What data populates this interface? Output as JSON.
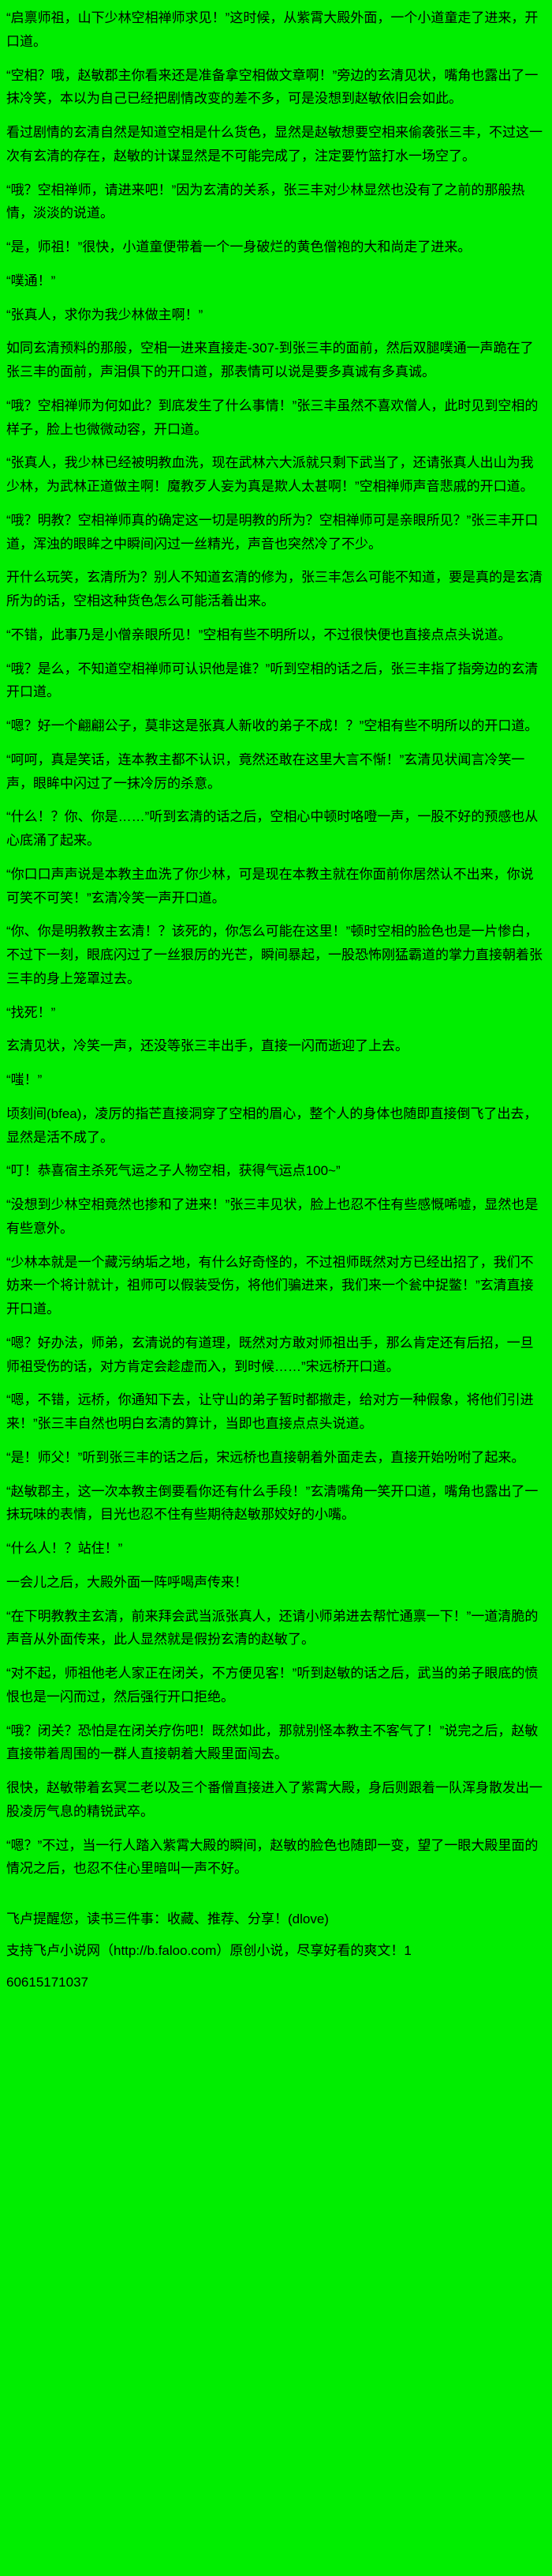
{
  "colors": {
    "background": "#00ee00",
    "text": "#000000"
  },
  "novel": {
    "paragraphs": [
      "“启禀师祖，山下少林空相禅师求见！”这时候，从紫霄大殿外面，一个小道童走了进来，开口道。",
      "“空相？哦，赵敏郡主你看来还是准备拿空相做文章啊！”旁边的玄清见状，嘴角也露出了一抹冷笑，本以为自己已经把剧情改变的差不多，可是没想到赵敏依旧会如此。",
      "看过剧情的玄清自然是知道空相是什么货色，显然是赵敏想要空相来偷袭张三丰，不过这一次有玄清的存在，赵敏的计谋显然是不可能完成了，注定要竹篮打水一场空了。",
      "“哦？空相禅师，请进来吧！”因为玄清的关系，张三丰对少林显然也没有了之前的那般热情，淡淡的说道。",
      "“是，师祖！”很快，小道童便带着一个一身破烂的黄色僧袍的大和尚走了进来。",
      "“噗通！”",
      "“张真人，求你为我少林做主啊！”",
      "如同玄清预料的那般，空相一进来直接走-307-到张三丰的面前，然后双腿噗通一声跪在了张三丰的面前，声泪俱下的开口道，那表情可以说是要多真诚有多真诚。",
      "“哦？空相禅师为何如此？到底发生了什么事情！”张三丰虽然不喜欢僧人，此时见到空相的样子，脸上也微微动容，开口道。",
      "“张真人，我少林已经被明教血洗，现在武林六大派就只剩下武当了，还请张真人出山为我少林，为武林正道做主啊！魔教歹人妄为真是欺人太甚啊！”空相禅师声音悲戚的开口道。",
      "“哦？明教？空相禅师真的确定这一切是明教的所为？空相禅师可是亲眼所见？”张三丰开口道，浑浊的眼眸之中瞬间闪过一丝精光，声音也突然冷了不少。",
      "开什么玩笑，玄清所为？别人不知道玄清的修为，张三丰怎么可能不知道，要是真的是玄清所为的话，空相这种货色怎么可能活着出来。",
      "“不错，此事乃是小僧亲眼所见！”空相有些不明所以，不过很快便也直接点点头说道。",
      "“哦？是么，不知道空相禅师可认识他是谁？”听到空相的话之后，张三丰指了指旁边的玄清开口道。",
      "“嗯？好一个翩翩公子，莫非这是张真人新收的弟子不成！？”空相有些不明所以的开口道。",
      "“呵呵，真是笑话，连本教主都不认识，竟然还敢在这里大言不惭！”玄清见状闻言冷笑一声，眼眸中闪过了一抹冷厉的杀意。",
      "“什么！？你、你是……”听到玄清的话之后，空相心中顿时咯噔一声，一股不好的预感也从心底涌了起来。",
      "“你口口声声说是本教主血洗了你少林，可是现在本教主就在你面前你居然认不出来，你说可笑不可笑！”玄清冷笑一声开口道。",
      "“你、你是明教教主玄清！？该死的，你怎么可能在这里！”顿时空相的脸色也是一片惨白，不过下一刻，眼底闪过了一丝狠厉的光芒，瞬间暴起，一股恐怖刚猛霸道的掌力直接朝着张三丰的身上笼罩过去。",
      "“找死！”",
      "玄清见状，冷笑一声，还没等张三丰出手，直接一闪而逝迎了上去。",
      "“嗤！”",
      "顷刻间(bfea)，凌厉的指芒直接洞穿了空相的眉心，整个人的身体也随即直接倒飞了出去，显然是活不成了。",
      "“叮！恭喜宿主杀死气运之子人物空相，获得气运点100~”",
      "“没想到少林空相竟然也掺和了进来！”张三丰见状，脸上也忍不住有些感慨唏嘘，显然也是有些意外。",
      "“少林本就是一个藏污纳垢之地，有什么好奇怪的，不过祖师既然对方已经出招了，我们不妨来一个将计就计，祖师可以假装受伤，将他们骗进来，我们来一个瓮中捉鳖！”玄清直接开口道。",
      "“嗯？好办法，师弟，玄清说的有道理，既然对方敢对师祖出手，那么肯定还有后招，一旦师祖受伤的话，对方肯定会趁虚而入，到时候……”宋远桥开口道。",
      "“嗯，不错，远桥，你通知下去，让守山的弟子暂时都撤走，给对方一种假象，将他们引进来！”张三丰自然也明白玄清的算计，当即也直接点点头说道。",
      "“是！师父！”听到张三丰的话之后，宋远桥也直接朝着外面走去，直接开始吩咐了起来。",
      "“赵敏郡主，这一次本教主倒要看你还有什么手段！”玄清嘴角一笑开口道，嘴角也露出了一抹玩味的表情，目光也忍不住有些期待赵敏那姣好的小嘴。",
      "“什么人！？站住！”",
      "一会儿之后，大殿外面一阵呼喝声传来！",
      "“在下明教教主玄清，前来拜会武当派张真人，还请小师弟进去帮忙通禀一下！”一道清脆的声音从外面传来，此人显然就是假扮玄清的赵敏了。",
      "“对不起，师祖他老人家正在闭关，不方便见客！”听到赵敏的话之后，武当的弟子眼底的愤恨也是一闪而过，然后强行开口拒绝。",
      "“哦？闭关？恐怕是在闭关疗伤吧！既然如此，那就别怪本教主不客气了！”说完之后，赵敏直接带着周围的一群人直接朝着大殿里面闯去。",
      "很快，赵敏带着玄冥二老以及三个番僧直接进入了紫霄大殿，身后则跟着一队浑身散发出一股凌厉气息的精锐武卒。",
      "“嗯？”不过，当一行人踏入紫霄大殿的瞬间，赵敏的脸色也随即一变，望了一眼大殿里面的情况之后，也忍不住心里暗叫一声不好。"
    ]
  },
  "footer": {
    "reminder": "飞卢提醒您，读书三件事：收藏、推荐、分享！(dlove)",
    "support_line": "支持飞卢小说网（http://b.faloo.com）原创小说，尽享好看的爽文！1",
    "book_id": "60615171037"
  }
}
